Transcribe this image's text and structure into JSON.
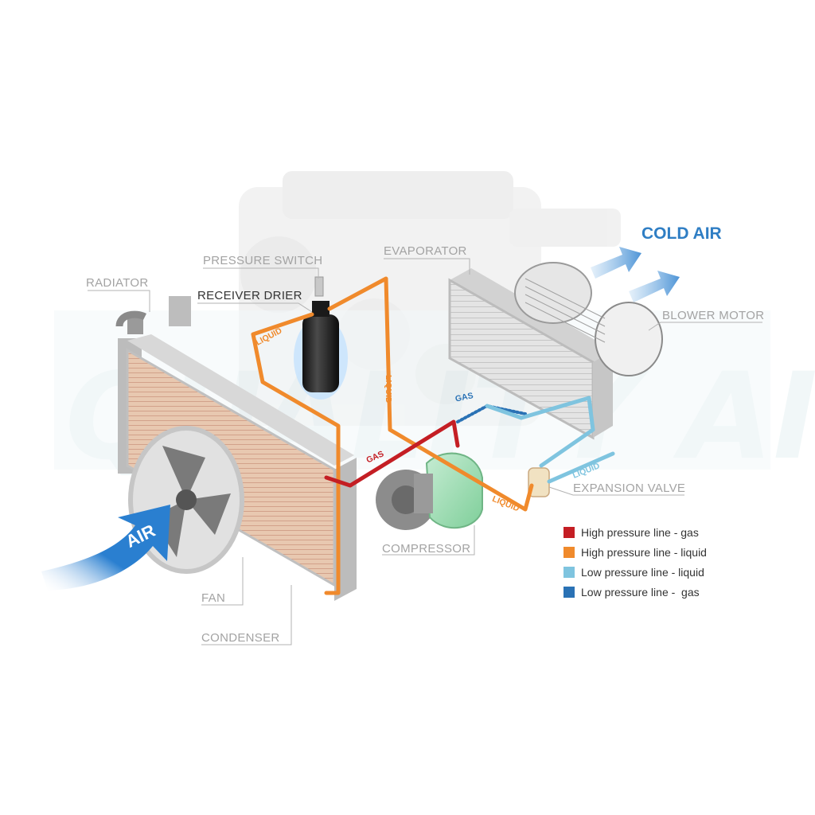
{
  "labels": {
    "radiator": "RADIATOR",
    "pressure_switch": "PRESSURE SWITCH",
    "receiver_drier": "RECEIVER DRIER",
    "evaporator": "EVAPORATOR",
    "blower_motor": "BLOWER MOTOR",
    "expansion_valve": "EXPANSION VALVE",
    "compressor": "COMPRESSOR",
    "fan": "FAN",
    "condenser": "CONDENSER",
    "cold_air": "COLD AIR",
    "air": "AIR"
  },
  "flow_labels": {
    "liquid_1": "LIQUID",
    "liquid_2": "LIQUID",
    "liquid_3": "LIQUID",
    "liquid_4": "LIQUID",
    "gas_1": "GAS",
    "gas_2": "GAS"
  },
  "legend": [
    {
      "label": "High pressure line - gas",
      "color": "#c41e24"
    },
    {
      "label": "High pressure line - liquid",
      "color": "#f08a2c"
    },
    {
      "label": "Low pressure line - liquid",
      "color": "#7fc4df"
    },
    {
      "label": "Low pressure line -  gas",
      "color": "#2a72b5"
    }
  ],
  "colors": {
    "high_gas": "#c41e24",
    "high_liquid": "#f08a2c",
    "low_liquid": "#7fc4df",
    "low_gas": "#2a72b5",
    "cold_air": "#2f7ec4"
  }
}
